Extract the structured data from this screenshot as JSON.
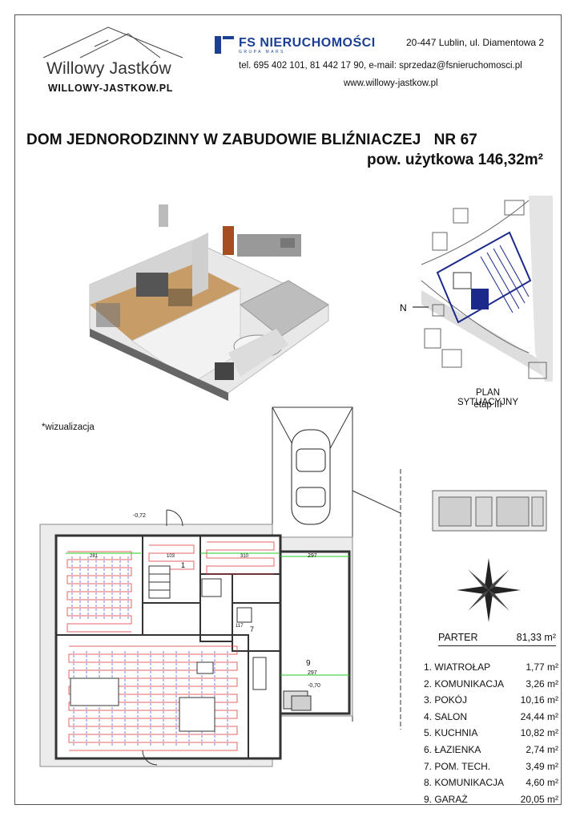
{
  "header": {
    "logo_title": "Willowy Jastków",
    "logo_url": "WILLOWY-JASTKOW.PL",
    "agency_name": "FS NIERUCHOMOŚCI",
    "agency_sub": "GRUPA MARS",
    "agency_address": "20-447 Lublin,  ul. Diamentowa 2",
    "contact": "tel. 695 402 101,  81 442 17 90,  e-mail:  sprzedaz@fsnieruchomosci.pl",
    "website": "www.willowy-jastkow.pl",
    "brand_color": "#1b3f93"
  },
  "title": {
    "line1": "DOM JEDNORODZINNY W ZABUDOWIE BLIŹNIACZEJ   NR 67",
    "line2": "pow. użytkowa  146,32m²"
  },
  "site_plan": {
    "caption": "PLAN SYTUACYJNY",
    "subcaption": "etap III",
    "north_label": "N"
  },
  "visualization_note": "*wizualizacja",
  "floor": {
    "name": "PARTER",
    "area": "81,33 m²",
    "rooms": [
      {
        "name": "1. WIATROŁAP",
        "area": "1,77 m²"
      },
      {
        "name": "2. KOMUNIKACJA",
        "area": "3,26 m²"
      },
      {
        "name": "3. POKÓJ",
        "area": "10,16 m²"
      },
      {
        "name": "4. SALON",
        "area": "24,44 m²"
      },
      {
        "name": "5. KUCHNIA",
        "area": "10,82 m²"
      },
      {
        "name": "6. ŁAZIENKA",
        "area": "2,74 m²"
      },
      {
        "name": "7. POM. TECH.",
        "area": "3,49 m²"
      },
      {
        "name": "8. KOMUNIKACJA",
        "area": "4,60 m²"
      },
      {
        "name": "9. GARAŻ",
        "area": "20,05 m²"
      }
    ]
  },
  "plan_labels": {
    "level_top": "-0,72",
    "level_garage": "-0,70",
    "dim_garage_top": "297",
    "dim_garage_bottom": "297",
    "dim_a": "281",
    "dim_b": "103",
    "dim_c": "310",
    "dim_d": "117",
    "room_1": "1",
    "room_7": "7",
    "room_9": "9"
  }
}
